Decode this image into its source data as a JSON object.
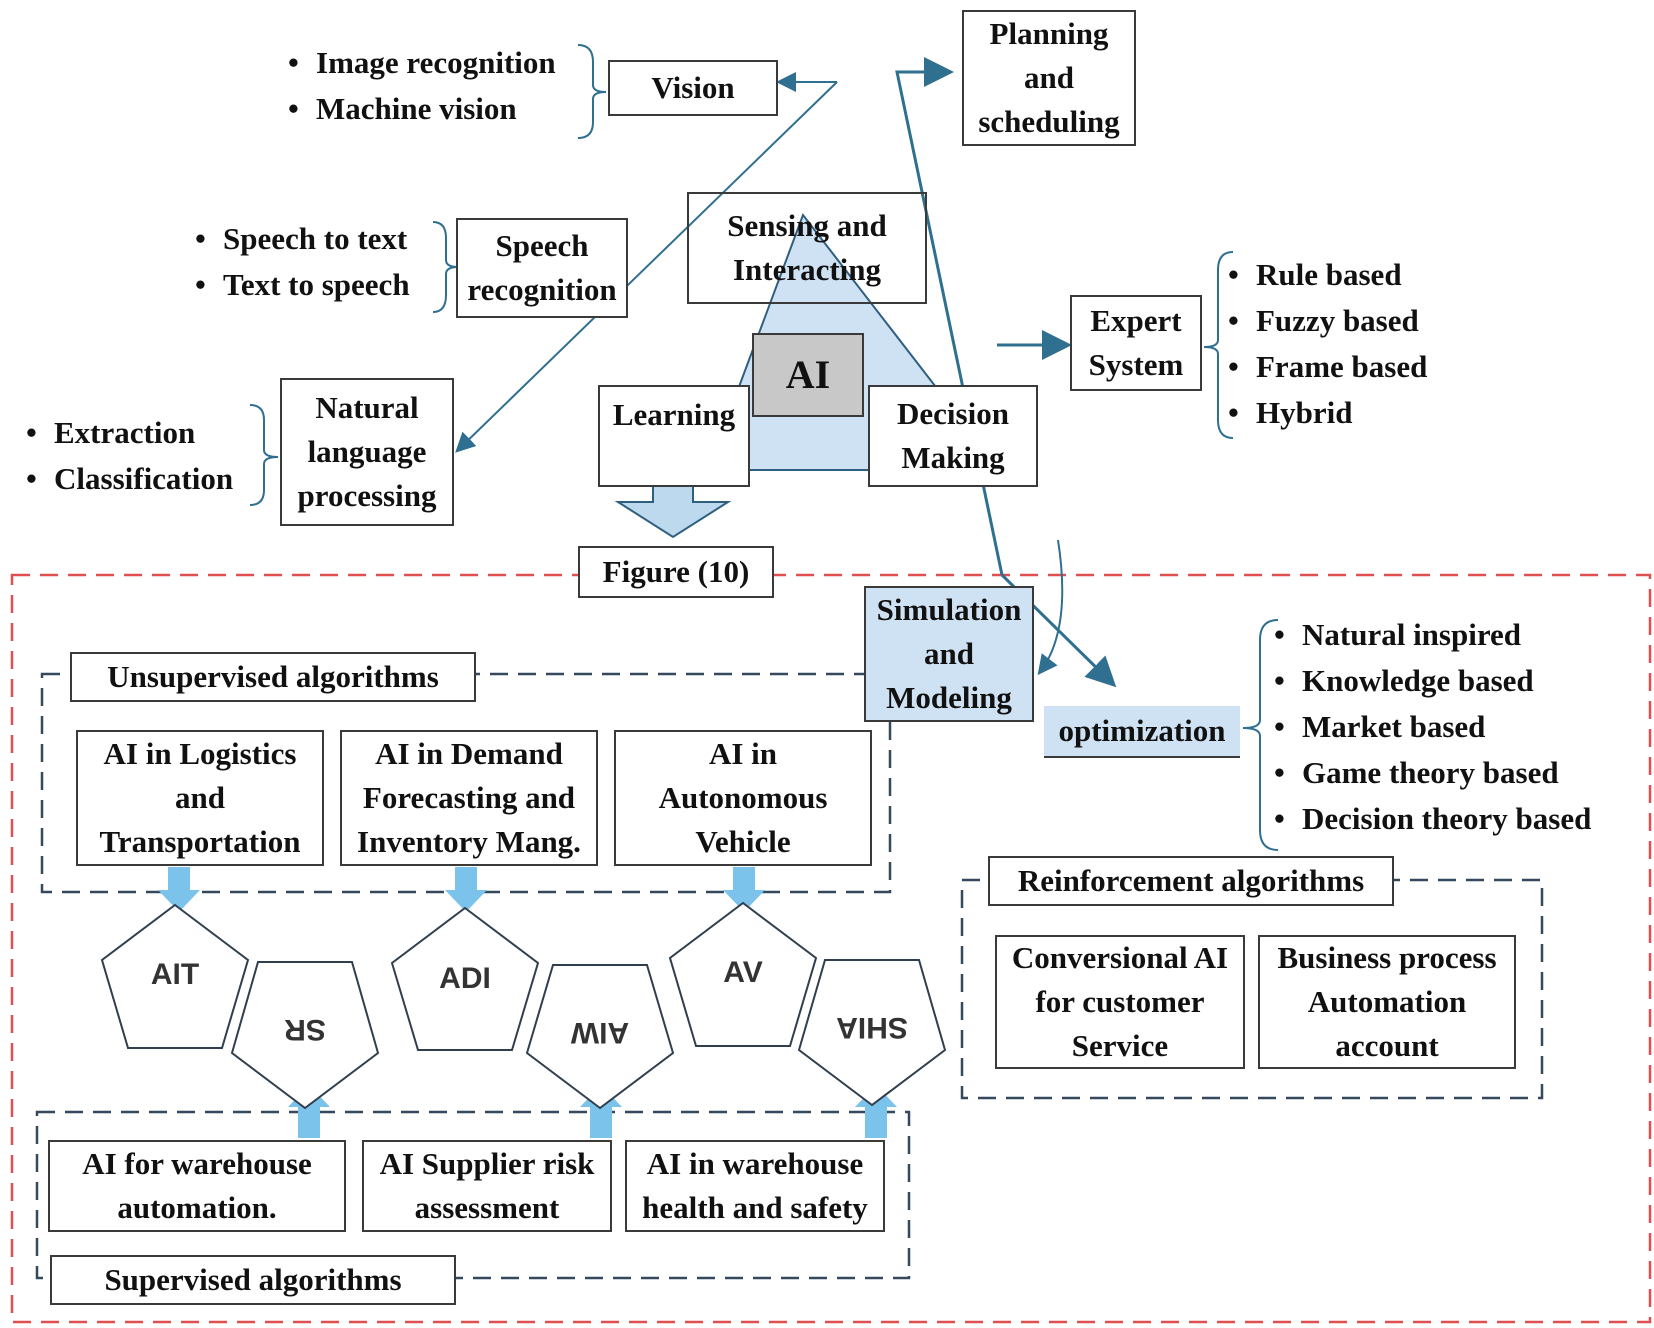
{
  "center": {
    "ai": "AI",
    "sensing": "Sensing and\nInteracting",
    "learning": "Learning",
    "decision": "Decision\nMaking",
    "figure": "Figure (10)"
  },
  "vision": {
    "label": "Vision",
    "items": [
      "Image recognition",
      "Machine vision"
    ]
  },
  "speech": {
    "label": "Speech\nrecognition",
    "items": [
      "Speech to text",
      "Text to speech"
    ]
  },
  "nlp": {
    "label": "Natural\nlanguage\nprocessing",
    "items": [
      "Extraction",
      "Classification"
    ]
  },
  "planning": {
    "label": "Planning\nand\nscheduling"
  },
  "expert": {
    "label": "Expert\nSystem",
    "items": [
      "Rule based",
      "Fuzzy based",
      "Frame based",
      "Hybrid"
    ]
  },
  "simulation": {
    "label": "Simulation\nand\nModeling"
  },
  "optimization": {
    "label": "optimization",
    "items": [
      "Natural inspired",
      "Knowledge based",
      "Market based",
      "Game theory based",
      "Decision theory based"
    ]
  },
  "unsupervised": {
    "title": "Unsupervised algorithms",
    "boxes": [
      "AI in Logistics\nand\nTransportation",
      "AI in Demand\nForecasting and\nInventory Mang.",
      "AI in\nAutonomous\nVehicle"
    ]
  },
  "supervised": {
    "title": "Supervised algorithms",
    "boxes": [
      "AI for warehouse\nautomation.",
      "AI Supplier risk\nassessment",
      "AI in warehouse\nhealth and safety"
    ]
  },
  "reinforcement": {
    "title": "Reinforcement algorithms",
    "boxes": [
      "Conversional AI\nfor customer\nService",
      "Business process\nAutomation\naccount"
    ]
  },
  "pentagons": {
    "top": [
      "AIT",
      "ADI",
      "AV"
    ],
    "bottom": [
      "SR",
      "AIW",
      "SHIA"
    ]
  },
  "colors": {
    "line": "#2f6f8f",
    "light_blue": "#cfe2f3",
    "arrow_blue": "#7cc3ec",
    "red_dash": "#e05050",
    "dark_dash": "#34495e"
  }
}
